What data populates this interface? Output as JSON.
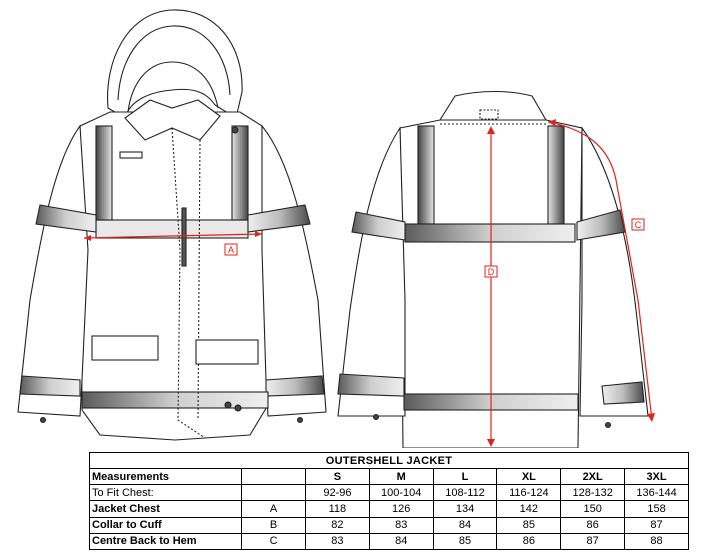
{
  "colors": {
    "outline": "#222222",
    "reflective_dark": "#555555",
    "reflective_light": "#e0e0e0",
    "measure_line": "#e2231a"
  },
  "illustration": {
    "labels": {
      "a": "A",
      "c": "C",
      "d": "D"
    }
  },
  "table": {
    "title": "OUTERSHELL JACKET",
    "header": {
      "label": "Measurements",
      "sizes": [
        "S",
        "M",
        "L",
        "XL",
        "2XL",
        "3XL"
      ]
    },
    "rows": [
      {
        "label": "To Fit Chest:",
        "code": "",
        "values": [
          "92-96",
          "100-104",
          "108-112",
          "116-124",
          "128-132",
          "136-144"
        ],
        "bold": false
      },
      {
        "label": "Jacket Chest",
        "code": "A",
        "values": [
          "118",
          "126",
          "134",
          "142",
          "150",
          "158"
        ],
        "bold": true
      },
      {
        "label": "Collar to Cuff",
        "code": "B",
        "values": [
          "82",
          "83",
          "84",
          "85",
          "86",
          "87"
        ],
        "bold": true
      },
      {
        "label": "Centre Back to Hem",
        "code": "C",
        "values": [
          "83",
          "84",
          "85",
          "86",
          "87",
          "88"
        ],
        "bold": true
      }
    ]
  }
}
